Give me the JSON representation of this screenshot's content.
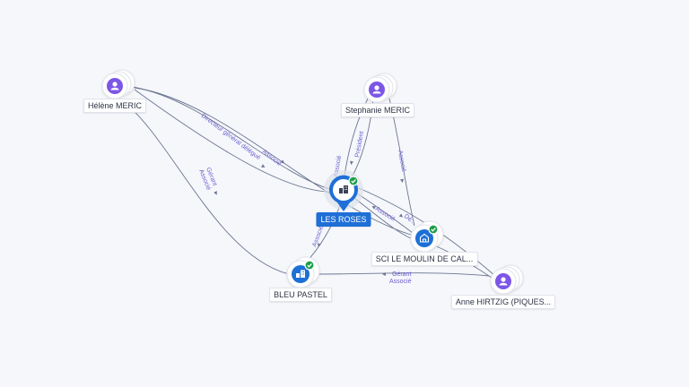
{
  "nodes": {
    "helene": {
      "label": "Hélène MERIC",
      "kind": "person"
    },
    "stephanie": {
      "label": "Stephanie MERIC",
      "kind": "person"
    },
    "anne": {
      "label": "Anne HIRTZIG (PIQUES...",
      "kind": "person"
    },
    "les_roses": {
      "label": "LES ROSES",
      "kind": "company-focus",
      "verified": true
    },
    "sci": {
      "label": "SCI LE MOULIN DE CAL...",
      "kind": "company",
      "verified": true
    },
    "bleu": {
      "label": "BLEU PASTEL",
      "kind": "company",
      "verified": true
    }
  },
  "edge_labels": {
    "helene_les_roses": "Directeur général délégué",
    "helene_sci": "Associé",
    "helene_bleu_1": "Gérant",
    "helene_bleu_2": "Associé",
    "stephanie_les_roses_1": "Président",
    "stephanie_les_roses_2": "Associé",
    "stephanie_sci": "Associé",
    "les_roses_sci_1": "Associé",
    "les_roses_sci_2": "Dé...",
    "les_roses_bleu": "Associé",
    "anne_bleu_1": "Gérant",
    "anne_bleu_2": "Associé"
  },
  "colors": {
    "person": "#7b57e6",
    "company": "#1f6fd6",
    "verified": "#1e9e4a",
    "edge": "#6a7590",
    "edge_label": "#6b5fd0"
  }
}
